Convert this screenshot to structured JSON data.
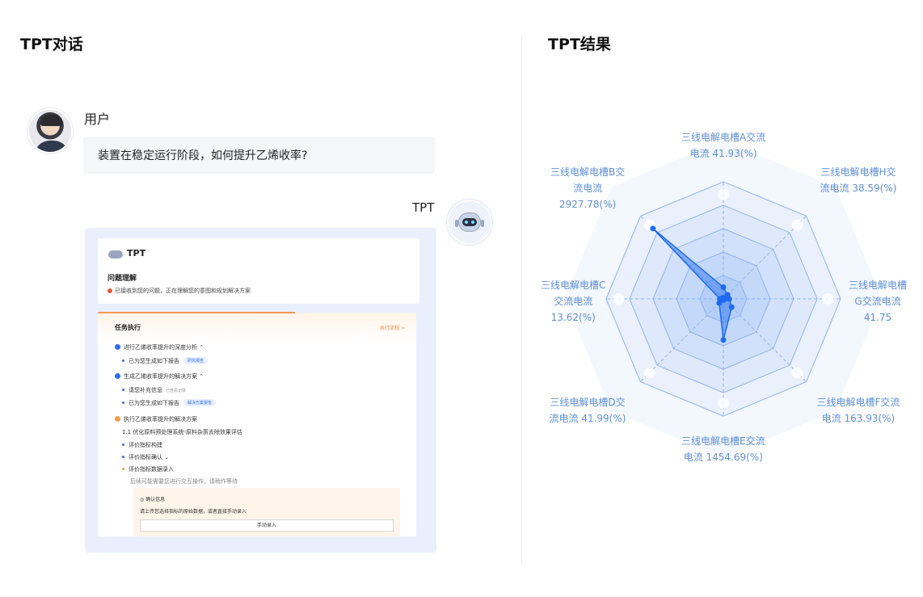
{
  "left_panel": {
    "title": "TPT对话",
    "user": {
      "name": "用户",
      "message": "装置在稳定运行阶段，如何提升乙烯收率?"
    },
    "assistant": {
      "name": "TPT",
      "card": {
        "brand": "TPT",
        "section_title": "问题理解",
        "status": "已接收到您的问题，正在理解您的意图和规划解决方案",
        "task": {
          "title": "任务执行",
          "link": "执行流程 >",
          "progress": 0.62,
          "steps": [
            {
              "text": "进行乙烯收率提升的深度分析",
              "state": "done"
            },
            {
              "text": "已为您生成如下报告",
              "tag": "研究报告",
              "state": "sub"
            },
            {
              "text": "生成乙烯收率提升的解决方案",
              "state": "done"
            },
            {
              "text": "请您补充信息",
              "muted": "已查看记录",
              "state": "sub"
            },
            {
              "text": "已为您生成如下报告",
              "tag": "解决方案报告",
              "state": "sub"
            },
            {
              "text": "执行乙烯收率提升的解决方案",
              "state": "running"
            },
            {
              "text": "1.1 优化原料预处理系统-原料杂质去除效果评估",
              "state": "plain"
            },
            {
              "text": "评价指标构建",
              "state": "sub"
            },
            {
              "text": "评价指标确认",
              "state": "sub"
            },
            {
              "text": "评价指标数据录入",
              "state": "sub-orange"
            },
            {
              "text": "后续可能需要您进行交互操作，请稍作等待",
              "state": "wait"
            }
          ],
          "confirm": {
            "title": "确认信息",
            "description": "请上传您选择指标的原始数据，或者直接手动录入",
            "button": "手动录入"
          }
        }
      }
    }
  },
  "right_panel": {
    "title": "TPT结果"
  },
  "chart_data": {
    "type": "radar",
    "title": "",
    "axes": [
      {
        "lines": [
          "三线电解电槽A交流",
          "电流 41.93(%)"
        ],
        "value": 41.93
      },
      {
        "lines": [
          "三线电解电槽H交",
          "流电流 38.59(%)"
        ],
        "value": 38.59
      },
      {
        "lines": [
          "三线电解电槽",
          "G交流电流",
          "41.75"
        ],
        "value": 41.75
      },
      {
        "lines": [
          "三线电解电槽F交流",
          "电流 163.93(%)"
        ],
        "value": 163.93
      },
      {
        "lines": [
          "三线电解电槽E交流",
          "电流 1454.69(%)"
        ],
        "value": 1454.69
      },
      {
        "lines": [
          "三线电解电槽D交",
          "流电流 41.99(%)"
        ],
        "value": 41.99
      },
      {
        "lines": [
          "三线电解电槽C",
          "交流电流",
          "13.62(%)"
        ],
        "value": 13.62
      },
      {
        "lines": [
          "三线电解电槽B交",
          "流电流",
          "2927.78(%)"
        ],
        "value": 2927.78
      }
    ],
    "series": [
      {
        "normalized": [
          0.1,
          0.05,
          0.05,
          0.1,
          0.35,
          0.05,
          0.03,
          0.85
        ],
        "color": "#1e6bf0"
      }
    ],
    "grid_levels": 5,
    "colors": {
      "grid": "#8fb2ec",
      "fill": "#dbe8fb",
      "series": "#1e6bf0"
    }
  }
}
